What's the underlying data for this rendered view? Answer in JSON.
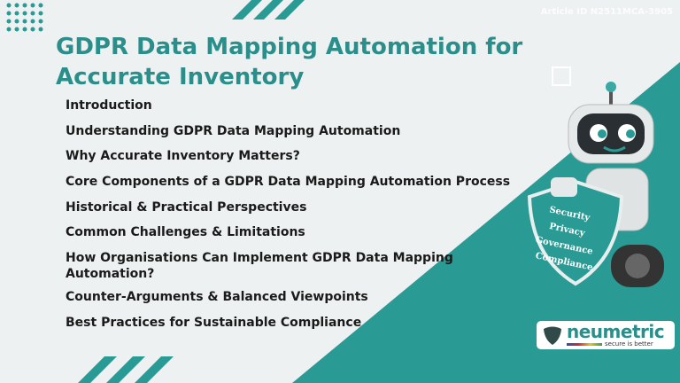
{
  "article_id": "Article ID N2511MCA-3905",
  "title": "GDPR Data Mapping Automation for Accurate Inventory",
  "toc": [
    "Introduction",
    "Understanding GDPR Data Mapping Automation",
    "Why Accurate Inventory Matters?",
    "Core Components of a GDPR Data Mapping Automation Process",
    "Historical & Practical Perspectives",
    "Common Challenges & Limitations",
    "How Organisations Can Implement GDPR Data Mapping Automation?",
    "Counter-Arguments & Balanced Viewpoints",
    "Best Practices for Sustainable Compliance"
  ],
  "shield": [
    "Security",
    "Privacy",
    "Governance",
    "Compliance"
  ],
  "logo": {
    "name": "neumetric",
    "tagline": "secure is better"
  },
  "colors": {
    "teal": "#2a9a95",
    "title": "#2a8f8a",
    "background": "#eef1f2"
  }
}
